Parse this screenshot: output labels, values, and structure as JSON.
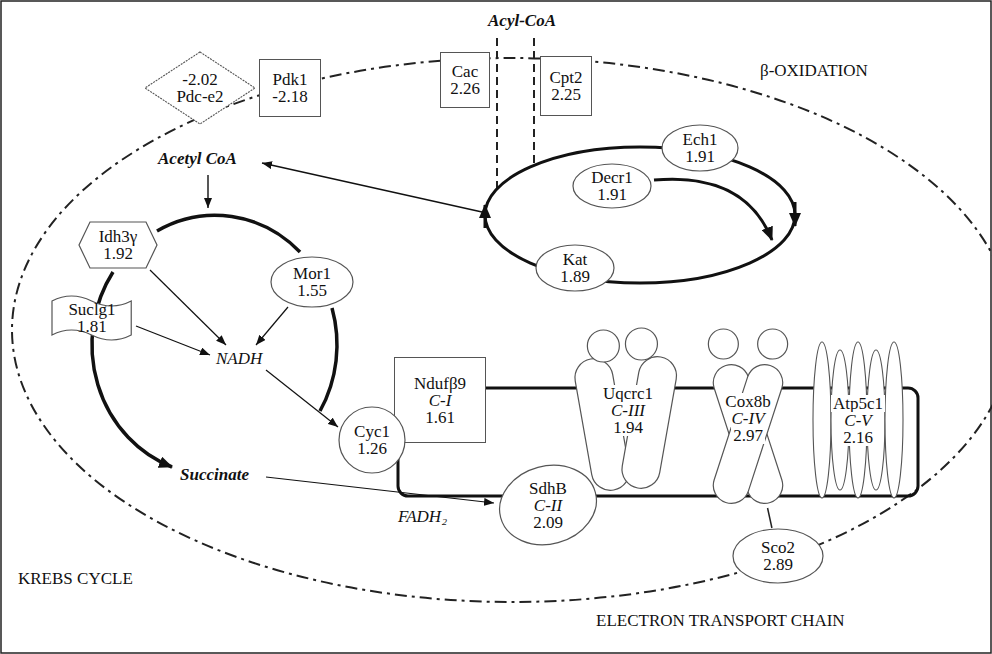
{
  "diagram": {
    "nodes": [
      {
        "text": [
          "-2.02",
          "Pdc-e2"
        ]
      },
      {
        "text": [
          "Pdk1",
          "-2.18"
        ]
      },
      {
        "text": [
          "Cac",
          "2.26"
        ]
      },
      {
        "text": [
          "Cpt2",
          "2.25"
        ]
      },
      {
        "text": [
          "Ech1",
          "1.91"
        ]
      },
      {
        "text": [
          "Decr1",
          "1.91"
        ]
      },
      {
        "text": [
          "Idh3γ",
          "1.92"
        ]
      },
      {
        "text": [
          "Kat",
          "1.89"
        ]
      },
      {
        "text": [
          "Mor1",
          "1.55"
        ]
      },
      {
        "text": [
          "Suclg1",
          "1.81"
        ]
      },
      {
        "text": [
          "Ndufβ9",
          "C-I",
          "1.61"
        ]
      },
      {
        "text": [
          "Uqcrc1",
          "C-III",
          "1.94"
        ]
      },
      {
        "text": [
          "Cox8b",
          "C-IV",
          "2.97"
        ]
      },
      {
        "text": [
          "Atp5c1",
          "C-V",
          "2.16"
        ]
      },
      {
        "text": [
          "Cyc1",
          "1.26"
        ]
      },
      {
        "text": [
          "SdhB",
          "C-II",
          "2.09"
        ]
      },
      {
        "text": [
          "Sco2",
          "2.89"
        ]
      }
    ],
    "edges": [
      {
        "from": 16,
        "to": 12,
        "arrow": "none"
      }
    ],
    "labels": [
      "Acyl-CoA",
      "β-OXIDATION",
      "Acetyl CoA",
      "NADH",
      "Succinate",
      "FADH₂",
      "KREBS CYCLE",
      "ELECTRON TRANSPORT CHAIN"
    ]
  }
}
